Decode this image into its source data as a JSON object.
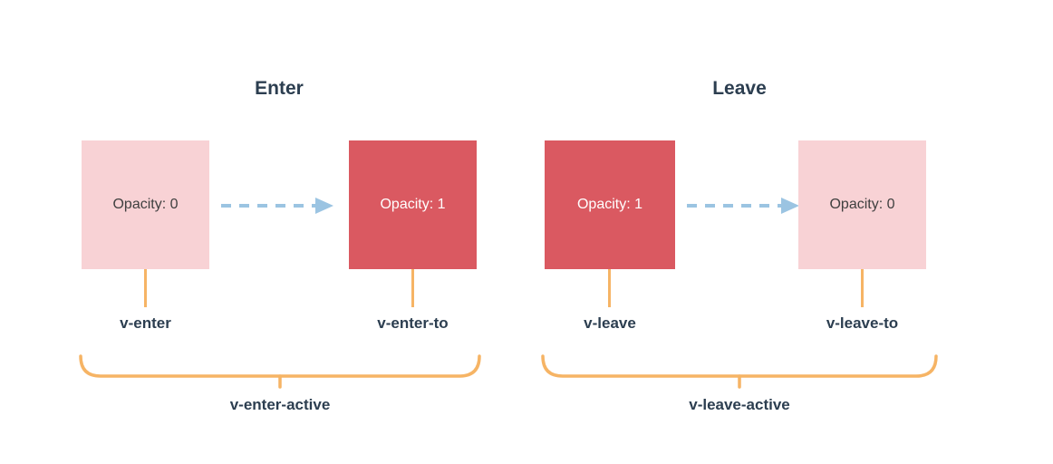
{
  "diagram": {
    "enter": {
      "title": "Enter",
      "start_box_label": "Opacity: 0",
      "end_box_label": "Opacity: 1",
      "start_class_label": "v-enter",
      "end_class_label": "v-enter-to",
      "active_class_label": "v-enter-active"
    },
    "leave": {
      "title": "Leave",
      "start_box_label": "Opacity: 1",
      "end_box_label": "Opacity: 0",
      "start_class_label": "v-leave",
      "end_class_label": "v-leave-to",
      "active_class_label": "v-leave-active"
    }
  },
  "colors": {
    "bg": "#ffffff",
    "pink": "#f8d2d5",
    "red": "#da5961",
    "arrow-blue": "#9bc4e2",
    "orange": "#f6b465",
    "text-dark": "#2c3e50",
    "box-text-dark": "#404040",
    "box-text-light": "#ffffff"
  }
}
